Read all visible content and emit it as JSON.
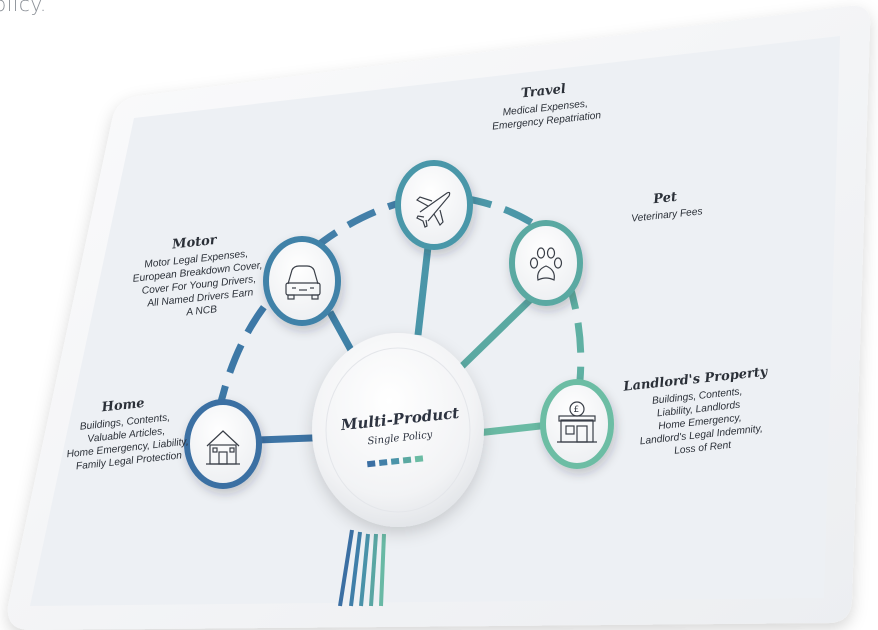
{
  "page": {
    "intro_fragment": "olicy."
  },
  "colors": {
    "home": "#3b6fa3",
    "motor": "#3f84a8",
    "travel": "#4a97a9",
    "pet": "#5aa9a2",
    "landlord": "#6cbda4",
    "screen_bg": "#eef1f5",
    "device_frame": "#f6f7f9"
  },
  "center": {
    "title": "Multi-Product",
    "subtitle": "Single Policy"
  },
  "nodes": [
    {
      "id": "travel",
      "title": "Travel",
      "description": "Medical Expenses,\nEmergency Repatriation",
      "icon": "airplane-icon"
    },
    {
      "id": "pet",
      "title": "Pet",
      "description": "Veterinary Fees",
      "icon": "paw-icon"
    },
    {
      "id": "motor",
      "title": "Motor",
      "description": "Motor Legal Expenses,\nEuropean Breakdown Cover,\nCover For Young Drivers,\nAll Named Drivers Earn\nA NCB",
      "icon": "car-icon"
    },
    {
      "id": "home",
      "title": "Home",
      "description": "Buildings, Contents,\nValuable Articles,\nHome Emergency, Liability,\nFamily Legal Protection",
      "icon": "house-icon"
    },
    {
      "id": "landlord",
      "title": "Landlord's Property",
      "description": "Buildings, Contents,\nLiability, Landlords\nHome Emergency,\nLandlord's Legal Indemnity,\nLoss of Rent",
      "icon": "shop-pound-icon"
    }
  ]
}
